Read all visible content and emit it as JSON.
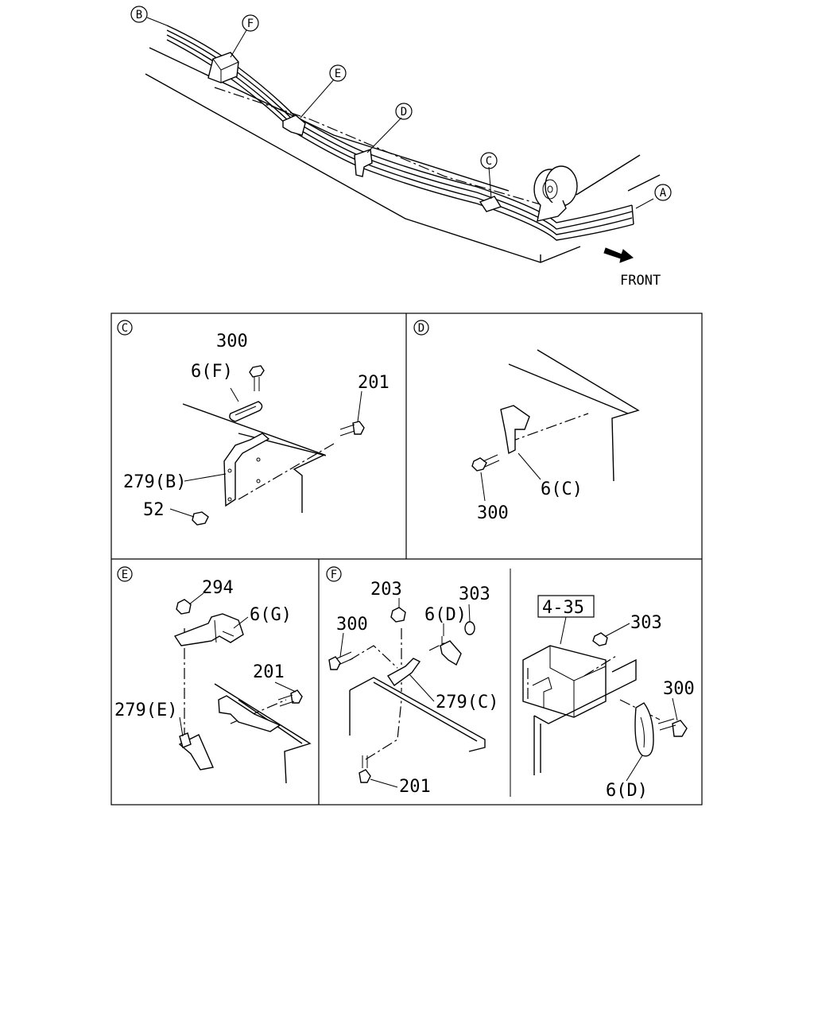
{
  "overview": {
    "callouts": [
      "B",
      "F",
      "E",
      "D",
      "C",
      "A"
    ],
    "front_label": "FRONT"
  },
  "panels": {
    "C": {
      "tag": "C",
      "labels": [
        "300",
        "6(F)",
        "201",
        "279(B)",
        "52"
      ]
    },
    "D": {
      "tag": "D",
      "labels": [
        "6(C)",
        "300"
      ]
    },
    "E": {
      "tag": "E",
      "labels": [
        "294",
        "6(G)",
        "201",
        "279(E)"
      ]
    },
    "F": {
      "tag": "F",
      "labels": [
        "203",
        "303",
        "6(D)",
        "300",
        "279(C)",
        "201"
      ]
    },
    "F2": {
      "ref": "4-35",
      "labels": [
        "303",
        "300",
        "6(D)"
      ]
    }
  }
}
